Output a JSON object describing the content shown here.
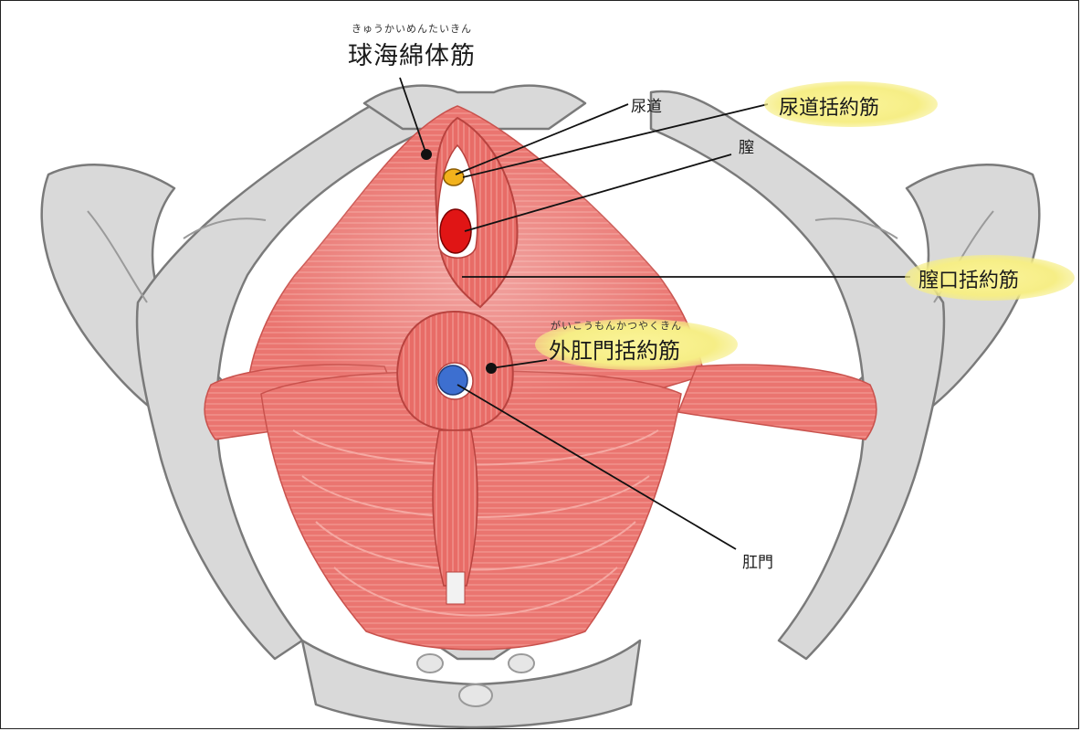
{
  "labels": {
    "bulbospongiosus": {
      "text": "球海綿体筋",
      "ruby": "きゅうかいめんたいきん"
    },
    "urethra": {
      "text": "尿道"
    },
    "urethral_sphincter": {
      "text": "尿道括約筋"
    },
    "vagina": {
      "text": "膣"
    },
    "vaginal_sphincter": {
      "text": "膣口括約筋"
    },
    "external_anal_sphincter": {
      "text": "外肛門括約筋",
      "ruby": "がいこうもんかつやくきん"
    },
    "anus": {
      "text": "肛門"
    }
  },
  "colors": {
    "muscle": "#e8706a",
    "muscle_dark": "#c94f4b",
    "bone": "#d7d7d7",
    "bone_outline": "#777777",
    "urethra": "#f2b21c",
    "vagina": "#e01515",
    "anus": "#3d6fd0",
    "highlight": "#f6ee86"
  }
}
